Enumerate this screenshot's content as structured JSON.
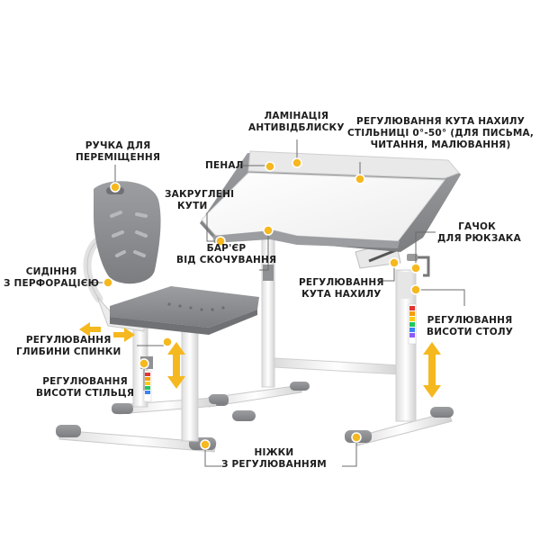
{
  "labels": {
    "handle": [
      "РУЧКА ДЛЯ",
      "ПЕРЕМІЩЕННЯ"
    ],
    "lamination": [
      "ЛАМІНАЦІЯ",
      "АНТИВІДБЛИСКУ"
    ],
    "tilt_range": [
      "РЕГУЛЮВАННЯ КУТА НАХИЛУ",
      "СТІЛЬНИЦІ 0°-50° (ДЛЯ ПИСЬМА,",
      "ЧИТАННЯ, МАЛЮВАННЯ)"
    ],
    "pencil_case": [
      "ПЕНАЛ"
    ],
    "rounded": [
      "ЗАКРУГЛЕНІ",
      "КУТИ"
    ],
    "hook": [
      "ГАЧОК",
      "ДЛЯ РЮКЗАКА"
    ],
    "barrier": [
      "БАР'ЄР",
      "ВІД СКОЧУВАННЯ"
    ],
    "seat": [
      "СИДІННЯ",
      "З ПЕРФОРАЦІЄЮ"
    ],
    "tilt_adjust": [
      "РЕГУЛЮВАННЯ",
      "КУТА НАХИЛУ"
    ],
    "table_height": [
      "РЕГУЛЮВАННЯ",
      "ВИСОТИ СТОЛУ"
    ],
    "back_depth": [
      "РЕГУЛЮВАННЯ",
      "ГЛИБИНИ СПИНКИ"
    ],
    "chair_height": [
      "РЕГУЛЮВАННЯ",
      "ВИСОТИ СТІЛЬЦЯ"
    ],
    "legs": [
      "НІЖКИ",
      "З РЕГУЛЮВАННЯМ"
    ]
  },
  "colors": {
    "accent": "#f5b81e",
    "furniture_gray": "#8a8c8f",
    "frame_white": "#f4f4f4",
    "leader": "#6b6b6b",
    "text": "#1e1e1e"
  }
}
